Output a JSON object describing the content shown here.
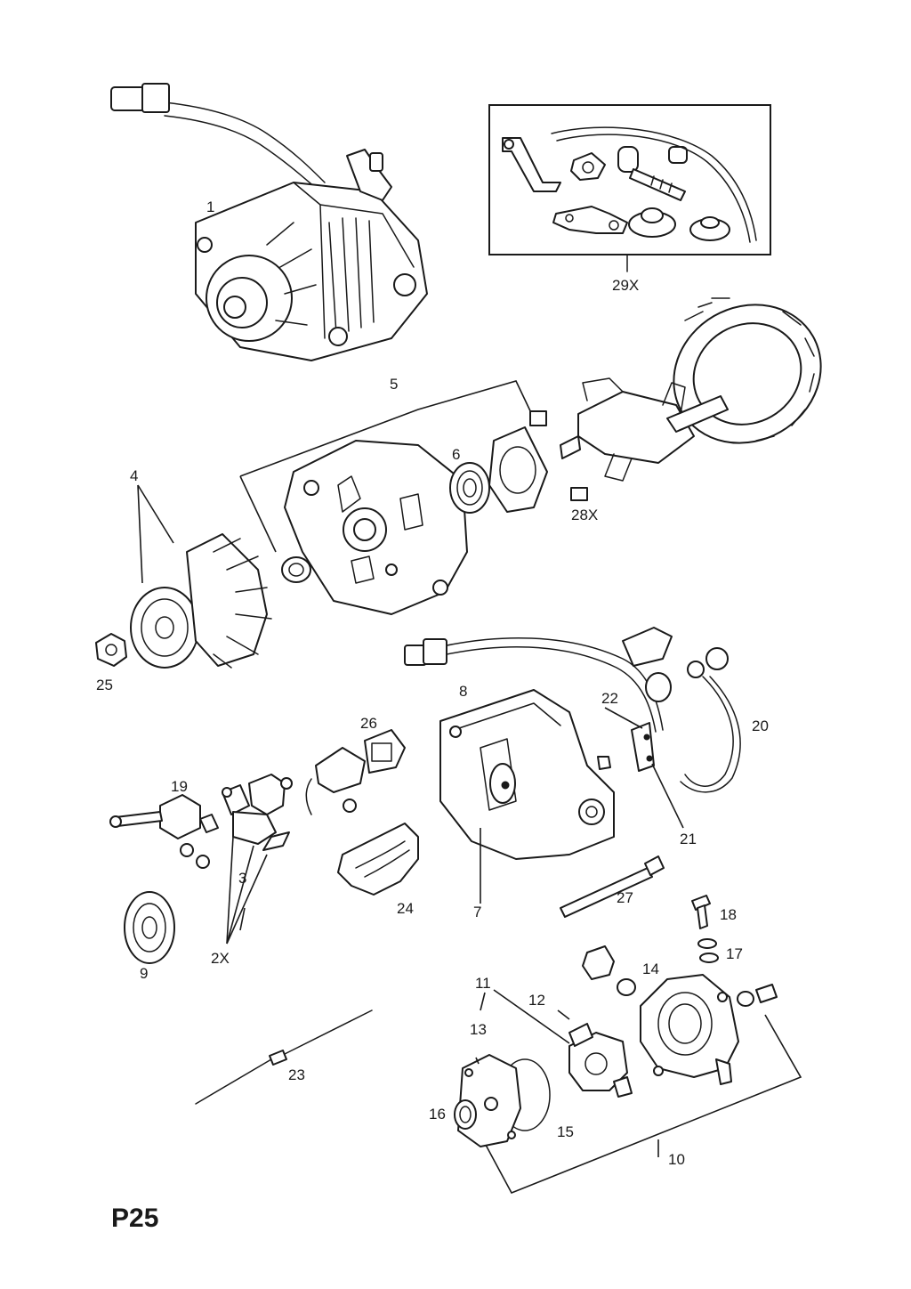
{
  "page_ref": "P25",
  "callouts": {
    "c1": "1",
    "c2x": "2X",
    "c3": "3",
    "c4": "4",
    "c5": "5",
    "c6": "6",
    "c7": "7",
    "c8": "8",
    "c9": "9",
    "c10": "10",
    "c11": "11",
    "c12": "12",
    "c13": "13",
    "c14": "14",
    "c15": "15",
    "c16": "16",
    "c17": "17",
    "c18": "18",
    "c19": "19",
    "c20": "20",
    "c21": "21",
    "c22": "22",
    "c23": "23",
    "c24": "24",
    "c25": "25",
    "c26": "26",
    "c27": "27",
    "c28x": "28X",
    "c29x": "29X"
  },
  "colors": {
    "ink": "#1a1a1a",
    "paper": "#ffffff"
  }
}
